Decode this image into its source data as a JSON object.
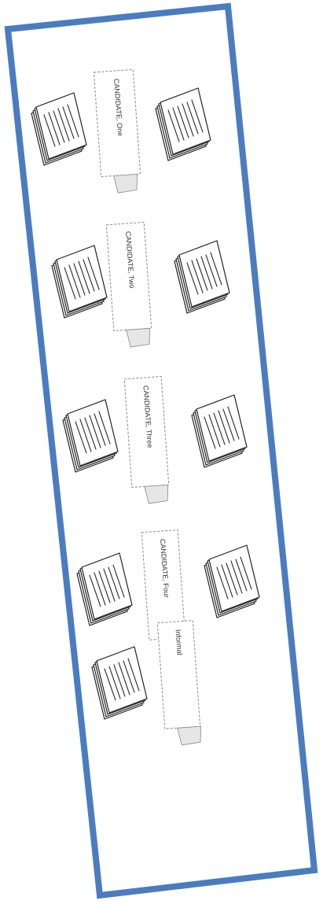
{
  "border": {
    "color": "#4a7cc0"
  },
  "fragments": [
    "o",
    "er",
    "ne"
  ],
  "cards": [
    {
      "label": "CANDIDATE, One"
    },
    {
      "label": "CANDIDATE, Two"
    },
    {
      "label": "CANDIDATE, Three"
    },
    {
      "label": "CANDIDATE, Four"
    },
    {
      "label": "Informal"
    }
  ]
}
